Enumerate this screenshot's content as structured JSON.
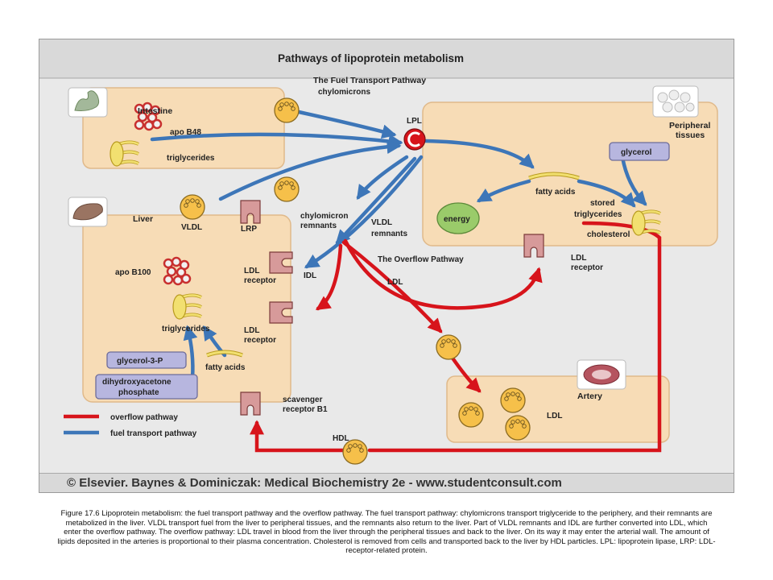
{
  "title": "Pathways of lipoprotein metabolism",
  "labels": {
    "fuel_transport_pathway": "The Fuel Transport Pathway",
    "chylomicrons": "chylomicrons",
    "intestine": "Intestine",
    "apo_b48": "apo B48",
    "triglycerides_intestine": "triglycerides",
    "lpl": "LPL",
    "peripheral_tissues_1": "Peripheral",
    "peripheral_tissues_2": "tissues",
    "glycerol": "glycerol",
    "fatty_acids_peripheral": "fatty acids",
    "energy": "energy",
    "stored_triglycerides_1": "stored",
    "stored_triglycerides_2": "triglycerides",
    "cholesterol": "cholesterol",
    "liver": "Liver",
    "vldl": "VLDL",
    "lrp": "LRP",
    "chylomicron_remnants_1": "chylomicron",
    "chylomicron_remnants_2": "remnants",
    "vldl_remnants_1": "VLDL",
    "vldl_remnants_2": "remnants",
    "overflow_pathway": "The Overflow Pathway",
    "ldl_receptor_peripheral_1": "LDL",
    "ldl_receptor_peripheral_2": "receptor",
    "apo_b100": "apo B100",
    "ldl_receptor_liver1_1": "LDL",
    "ldl_receptor_liver1_2": "receptor",
    "idl": "IDL",
    "ldl_flow": "LDL",
    "triglycerides_liver": "triglycerides",
    "ldl_receptor_liver2_1": "LDL",
    "ldl_receptor_liver2_2": "receptor",
    "glycerol_3_p": "glycerol-3-P",
    "fatty_acids_liver": "fatty acids",
    "dihydroxyacetone_1": "dihydroxyacetone",
    "dihydroxyacetone_2": "phosphate",
    "artery": "Artery",
    "ldl_artery": "LDL",
    "scavenger_receptor_1": "scavenger",
    "scavenger_receptor_2": "receptor B1",
    "hdl": "HDL"
  },
  "legend": {
    "overflow": "overflow pathway",
    "fuel": "fuel transport pathway"
  },
  "colors": {
    "overflow": "#d7141b",
    "fuel": "#3d76b8",
    "box": "#f7dcb6",
    "particle": "#f6c04a",
    "energy": "#9acb6a",
    "glycerol_box": "#b7b6df"
  },
  "footer": "© Elsevier. Baynes & Dominiczak: Medical Biochemistry 2e - www.studentconsult.com",
  "caption": "Figure 17.6 Lipoprotein metabolism: the fuel transport pathway and the overflow pathway. The fuel transport pathway: chylomicrons transport triglyceride to the periphery, and their remnants are metabolized in the liver. VLDL transport fuel from the liver to peripheral tissues, and the remnants also return to the liver. Part of VLDL remnants and IDL are further converted into LDL, which enter the overflow pathway. The overflow pathway: LDL travel in blood from the liver through the peripheral tissues and back to the liver. On its way it may enter the arterial wall. The amount of lipids deposited in the arteries is proportional to their plasma concentration. Cholesterol is removed from cells and transported back to the liver by HDL particles. LPL: lipoprotein lipase, LRP: LDL-receptor-related protein."
}
